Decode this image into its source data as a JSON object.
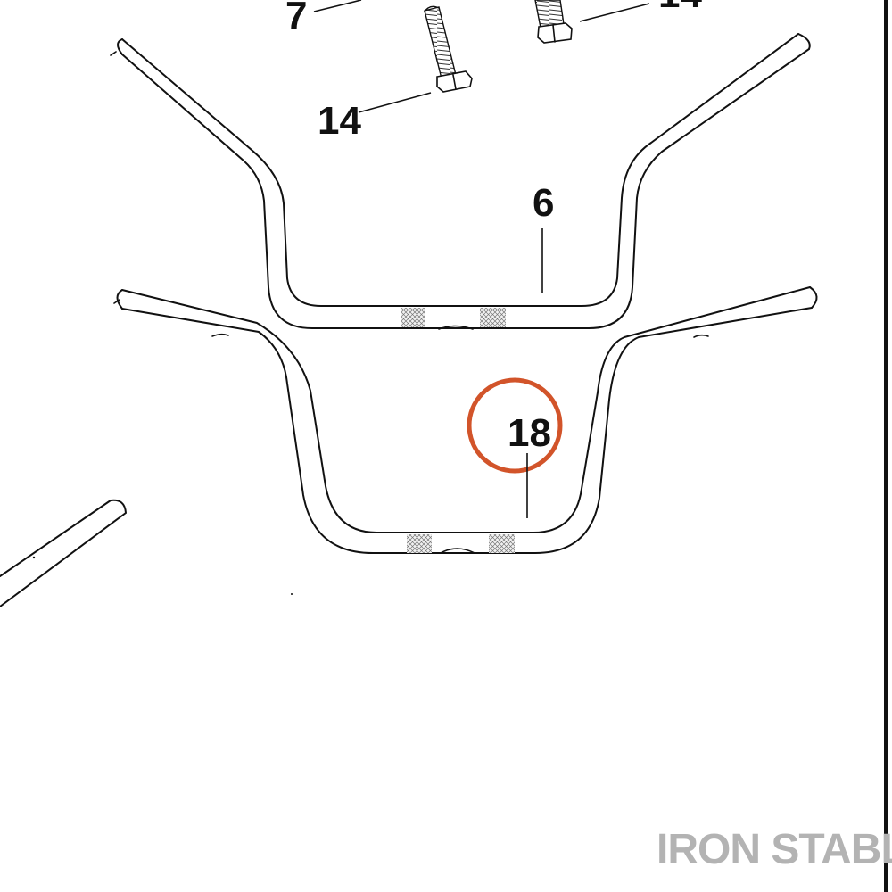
{
  "callouts": {
    "bolt_left_top": "7",
    "bolt_right_top": "14",
    "bolt_left": "14",
    "upper_bar": "6",
    "lower_bar": "18"
  },
  "highlight_color": "#d2542a",
  "ink_color": "#111111",
  "watermark": {
    "text": "IRON STABLE",
    "color": "#b3b3b3"
  }
}
